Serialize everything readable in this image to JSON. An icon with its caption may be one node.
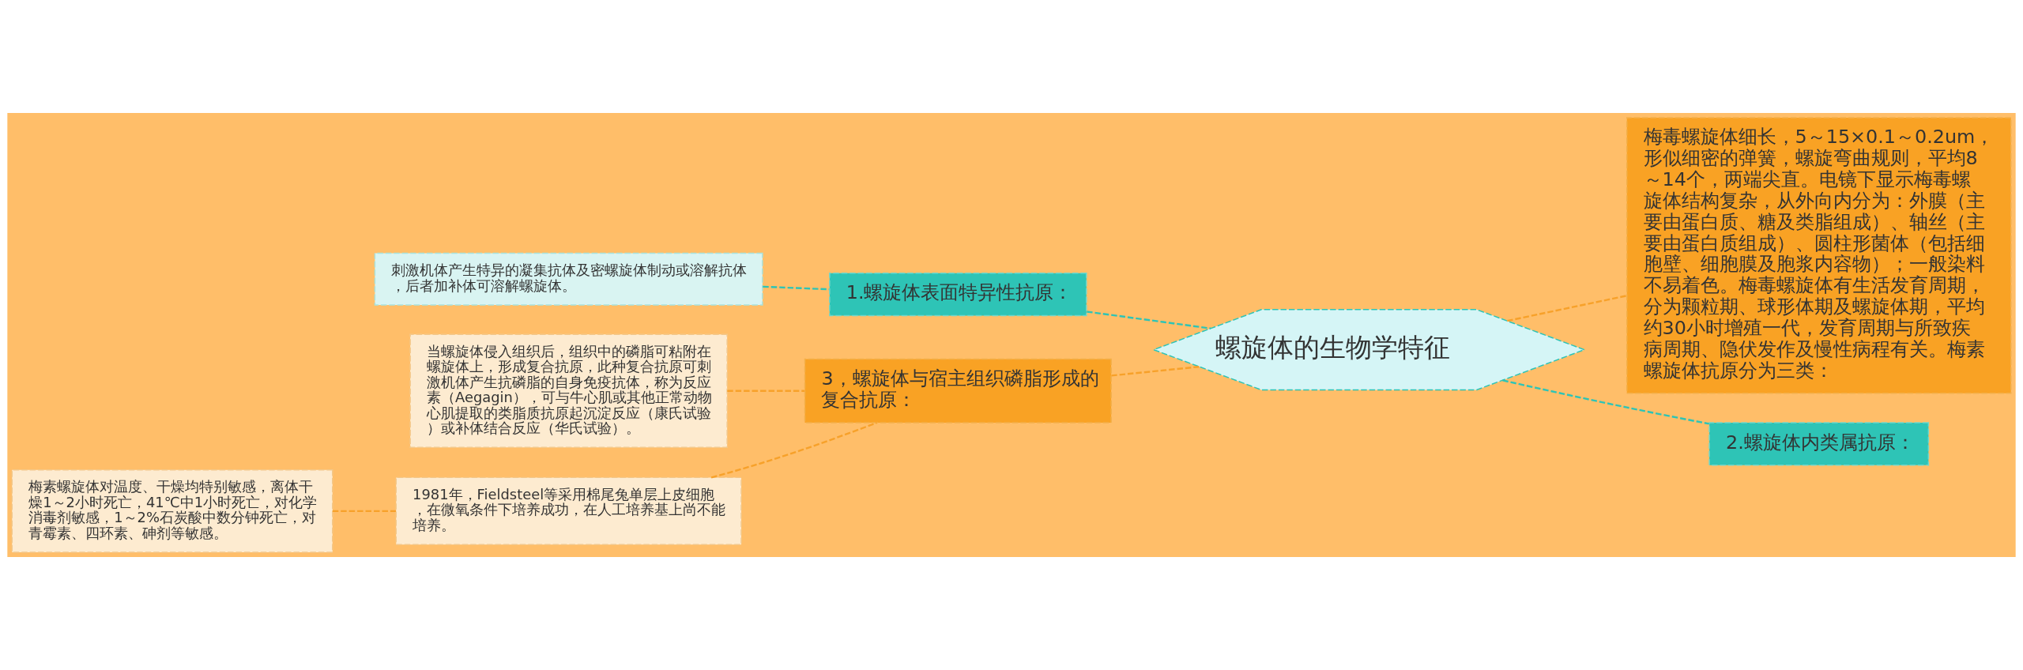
{
  "diagram": {
    "nodes": [
      {
        "text": [
          "螺旋体的生物学特征"
        ]
      },
      {
        "text": [
          "梅毒螺旋体细长，5～15×0.1～0.2um，形似细密的弹簧，螺旋弯曲规则，平均8～14个，两端尖直。电镜下显示梅毒螺旋体结构复杂，从外向内分为：外膜（主要由蛋白质、糖及类脂组成）、轴丝（主要由蛋白质组成）、圆柱形菌体（包括细胞壁、细胞膜及胞浆内容物）；一般染料不易着色。梅毒螺旋体有生活发育周期，分为颗粒期、球形体期及螺旋体期，平均约30小时增殖一代，发育周期与所致疾病周期、隐伏发作及慢性病程有关。梅素螺旋体抗原分为三类："
        ]
      },
      {
        "text": [
          "2.螺旋体内类属抗原："
        ]
      },
      {
        "text": [
          "1.螺旋体表面特异性抗原："
        ]
      },
      {
        "text": [
          "刺激机体产生特异的凝集抗体及密螺旋体制动或溶解抗体，后者加补体可溶解螺旋体。"
        ]
      },
      {
        "text": [
          "3，螺旋体与宿主组织磷脂形成的复合抗原："
        ]
      },
      {
        "text": [
          "当螺旋体侵入组织后，组织中的磷脂可粘附在螺旋体上，形成复合抗原，此种复合抗原可刺激机体产生抗磷脂的自身免疫抗体，称为反应素（Aegagin），可与牛心肌或其他正常动物心肌提取的类脂质抗原起沉淀反应（康氏试验）或补体结合反应（华氏试验）。"
        ]
      },
      {
        "text": [
          "1981年，Fieldsteel等采用棉尾兔单层上皮细胞，在微氧条件下培养成功，在人工培养基上尚不能培养。"
        ]
      },
      {
        "text": [
          "梅素螺旋体对温度、干燥均特别敏感，离体干燥1～2小时死亡，41℃中1小时死亡，对化学消毒剂敏感，1～2%石炭酸中数分钟死亡，对青霉素、四环素、砷剂等敏感。"
        ]
      }
    ],
    "edges": [
      {
        "from": 0,
        "to": 1,
        "arrow": "none",
        "style": "dashed"
      },
      {
        "from": 0,
        "to": 2,
        "arrow": "none",
        "style": "dashed",
        "color": "#2ec4b6"
      },
      {
        "from": 0,
        "to": 3,
        "arrow": "none",
        "style": "dashed",
        "color": "#2ec4b6"
      },
      {
        "from": 3,
        "to": 4,
        "arrow": "none",
        "style": "dashed",
        "color": "#2ec4b6"
      },
      {
        "from": 0,
        "to": 5,
        "arrow": "none",
        "style": "dashed"
      },
      {
        "from": 5,
        "to": 6,
        "arrow": "none",
        "style": "dashed"
      },
      {
        "from": 5,
        "to": 7,
        "arrow": "none",
        "style": "dashed"
      },
      {
        "from": 7,
        "to": 8,
        "arrow": "none",
        "style": "dashed"
      }
    ]
  }
}
